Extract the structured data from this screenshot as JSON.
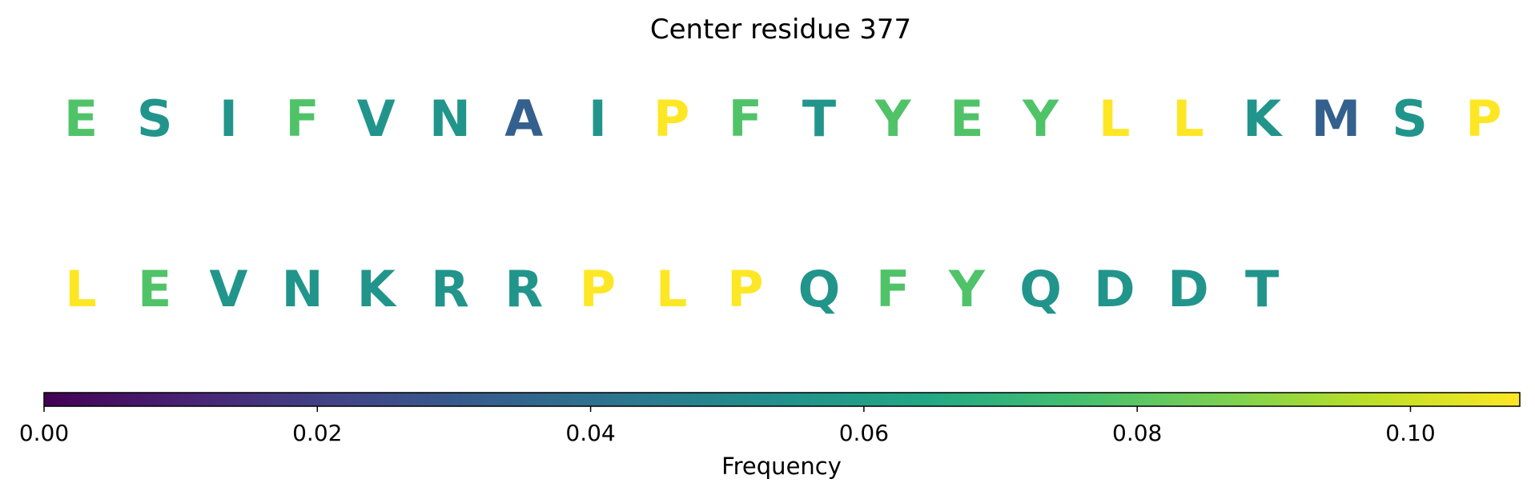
{
  "chart_data": {
    "type": "sequence-logo",
    "title": "Center residue 377",
    "rows": [
      [
        {
          "letter": "E",
          "freq": 0.078
        },
        {
          "letter": "S",
          "freq": 0.056
        },
        {
          "letter": "I",
          "freq": 0.056
        },
        {
          "letter": "F",
          "freq": 0.078
        },
        {
          "letter": "V",
          "freq": 0.056
        },
        {
          "letter": "N",
          "freq": 0.056
        },
        {
          "letter": "A",
          "freq": 0.033
        },
        {
          "letter": "I",
          "freq": 0.056
        },
        {
          "letter": "P",
          "freq": 0.108
        },
        {
          "letter": "F",
          "freq": 0.078
        },
        {
          "letter": "T",
          "freq": 0.056
        },
        {
          "letter": "Y",
          "freq": 0.078
        },
        {
          "letter": "E",
          "freq": 0.078
        },
        {
          "letter": "Y",
          "freq": 0.078
        },
        {
          "letter": "L",
          "freq": 0.108
        },
        {
          "letter": "L",
          "freq": 0.108
        },
        {
          "letter": "K",
          "freq": 0.056
        },
        {
          "letter": "M",
          "freq": 0.033
        },
        {
          "letter": "S",
          "freq": 0.056
        },
        {
          "letter": "P",
          "freq": 0.108
        }
      ],
      [
        {
          "letter": "L",
          "freq": 0.108
        },
        {
          "letter": "E",
          "freq": 0.078
        },
        {
          "letter": "V",
          "freq": 0.056
        },
        {
          "letter": "N",
          "freq": 0.056
        },
        {
          "letter": "K",
          "freq": 0.056
        },
        {
          "letter": "R",
          "freq": 0.056
        },
        {
          "letter": "R",
          "freq": 0.056
        },
        {
          "letter": "P",
          "freq": 0.108
        },
        {
          "letter": "L",
          "freq": 0.108
        },
        {
          "letter": "P",
          "freq": 0.108
        },
        {
          "letter": "Q",
          "freq": 0.056
        },
        {
          "letter": "F",
          "freq": 0.078
        },
        {
          "letter": "Y",
          "freq": 0.078
        },
        {
          "letter": "Q",
          "freq": 0.056
        },
        {
          "letter": "D",
          "freq": 0.056
        },
        {
          "letter": "D",
          "freq": 0.056
        },
        {
          "letter": "T",
          "freq": 0.056
        }
      ]
    ],
    "colorbar": {
      "label": "Frequency",
      "colormap": "viridis",
      "range": [
        0,
        0.108
      ],
      "ticks": [
        0.0,
        0.02,
        0.04,
        0.06,
        0.08,
        0.1
      ],
      "tick_labels": [
        "0.00",
        "0.02",
        "0.04",
        "0.06",
        "0.08",
        "0.10"
      ]
    }
  }
}
